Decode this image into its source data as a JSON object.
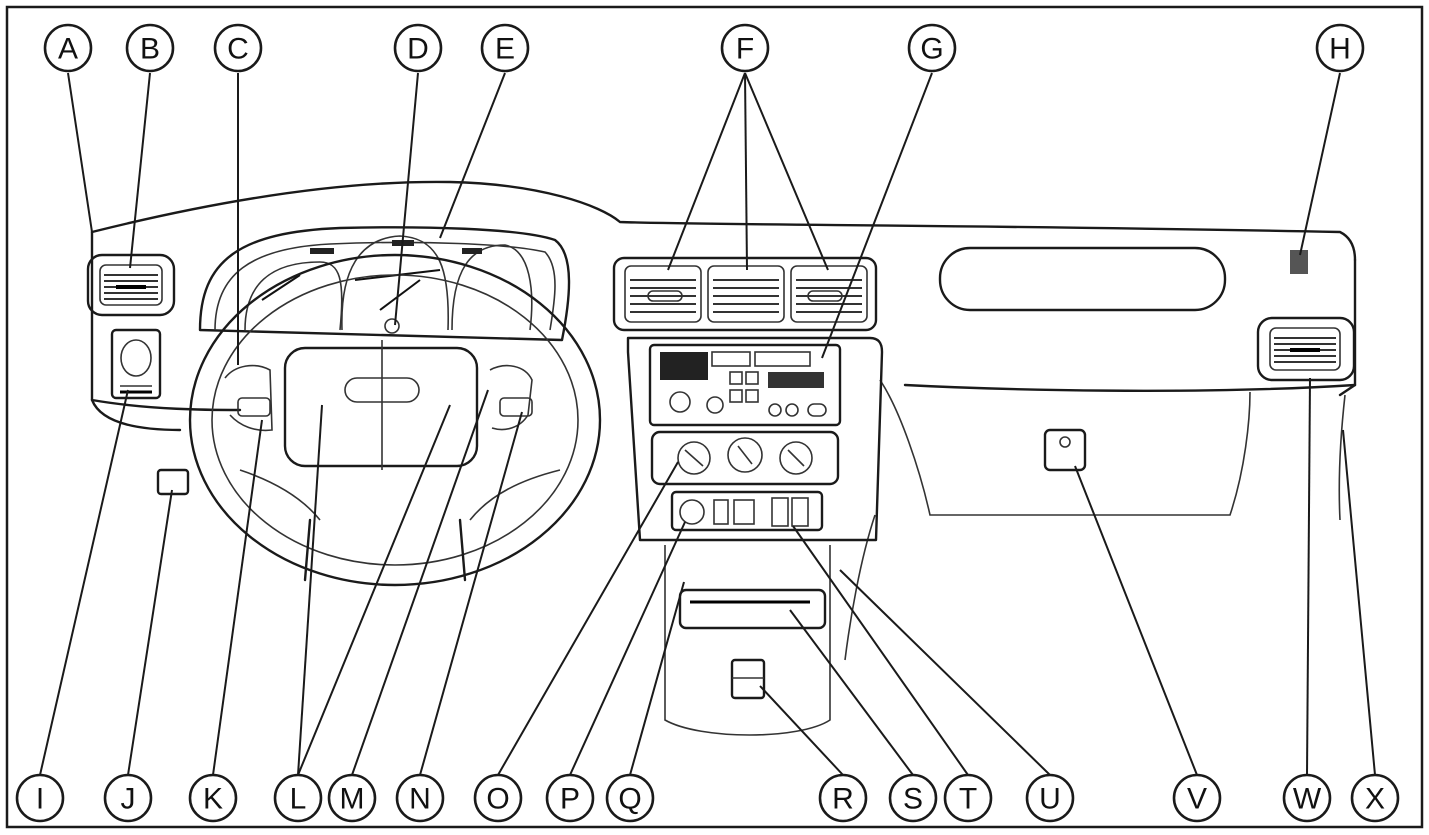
{
  "diagram": {
    "labels_top": [
      "A",
      "B",
      "C",
      "D",
      "E",
      "F",
      "G",
      "H"
    ],
    "labels_bottom": [
      "I",
      "J",
      "K",
      "L",
      "M",
      "N",
      "O",
      "P",
      "Q",
      "R",
      "S",
      "T",
      "U",
      "V",
      "W",
      "X"
    ]
  }
}
